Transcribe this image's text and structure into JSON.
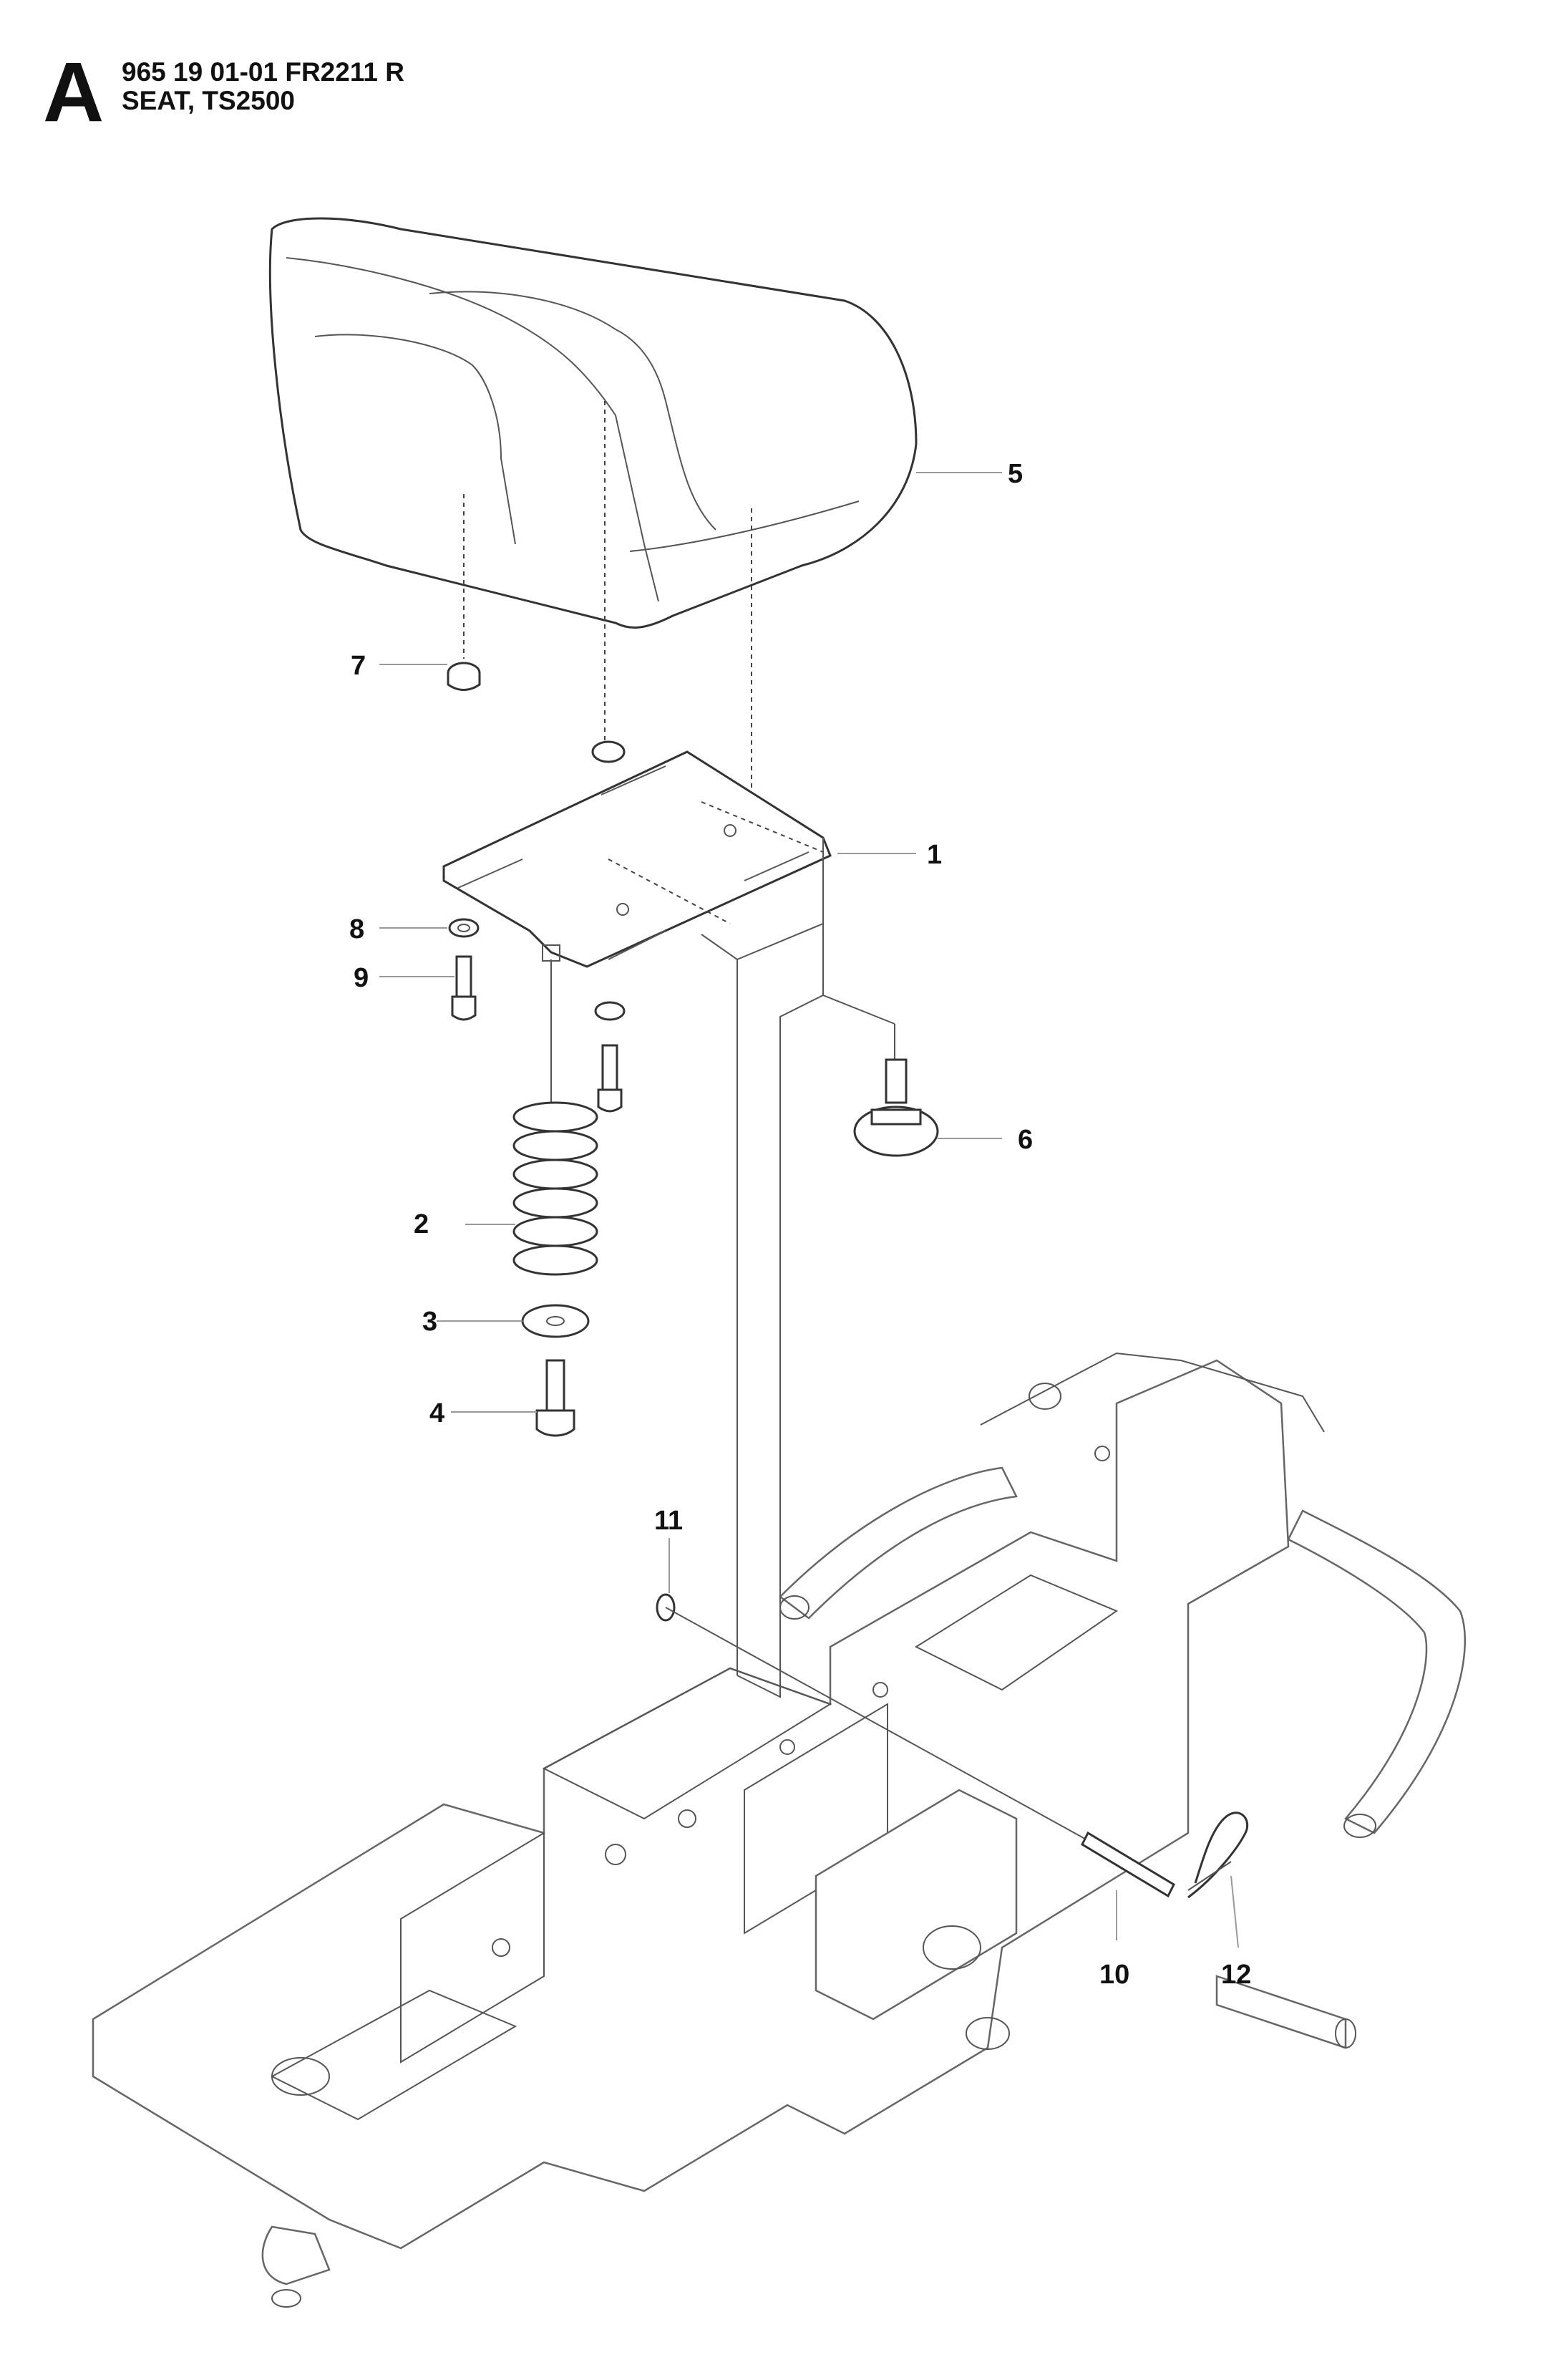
{
  "header": {
    "section_letter": "A",
    "part_number": "965 19 01-01 FR2211 R",
    "title": "SEAT, TS2500"
  },
  "callouts": [
    {
      "id": "1",
      "label": "1",
      "part": "seat-plate"
    },
    {
      "id": "2",
      "label": "2",
      "part": "spring"
    },
    {
      "id": "3",
      "label": "3",
      "part": "washer"
    },
    {
      "id": "4",
      "label": "4",
      "part": "flange-bolt"
    },
    {
      "id": "5",
      "label": "5",
      "part": "seat"
    },
    {
      "id": "6",
      "label": "6",
      "part": "knob"
    },
    {
      "id": "7",
      "label": "7",
      "part": "nut"
    },
    {
      "id": "8",
      "label": "8",
      "part": "washer"
    },
    {
      "id": "9",
      "label": "9",
      "part": "screw"
    },
    {
      "id": "10",
      "label": "10",
      "part": "pin"
    },
    {
      "id": "11",
      "label": "11",
      "part": "washer"
    },
    {
      "id": "12",
      "label": "12",
      "part": "hair-pin"
    }
  ]
}
